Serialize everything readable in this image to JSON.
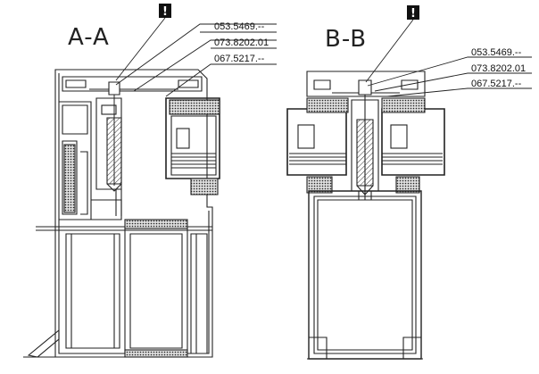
{
  "sections": {
    "left": {
      "label": "A-A",
      "warning": "!",
      "part_numbers": [
        "053.5469.--",
        "073.8202.01",
        "067.5217.--"
      ]
    },
    "right": {
      "label": "B-B",
      "warning": "!",
      "part_numbers": [
        "053.5469.--",
        "073.8202.01",
        "067.5217.--"
      ]
    }
  }
}
